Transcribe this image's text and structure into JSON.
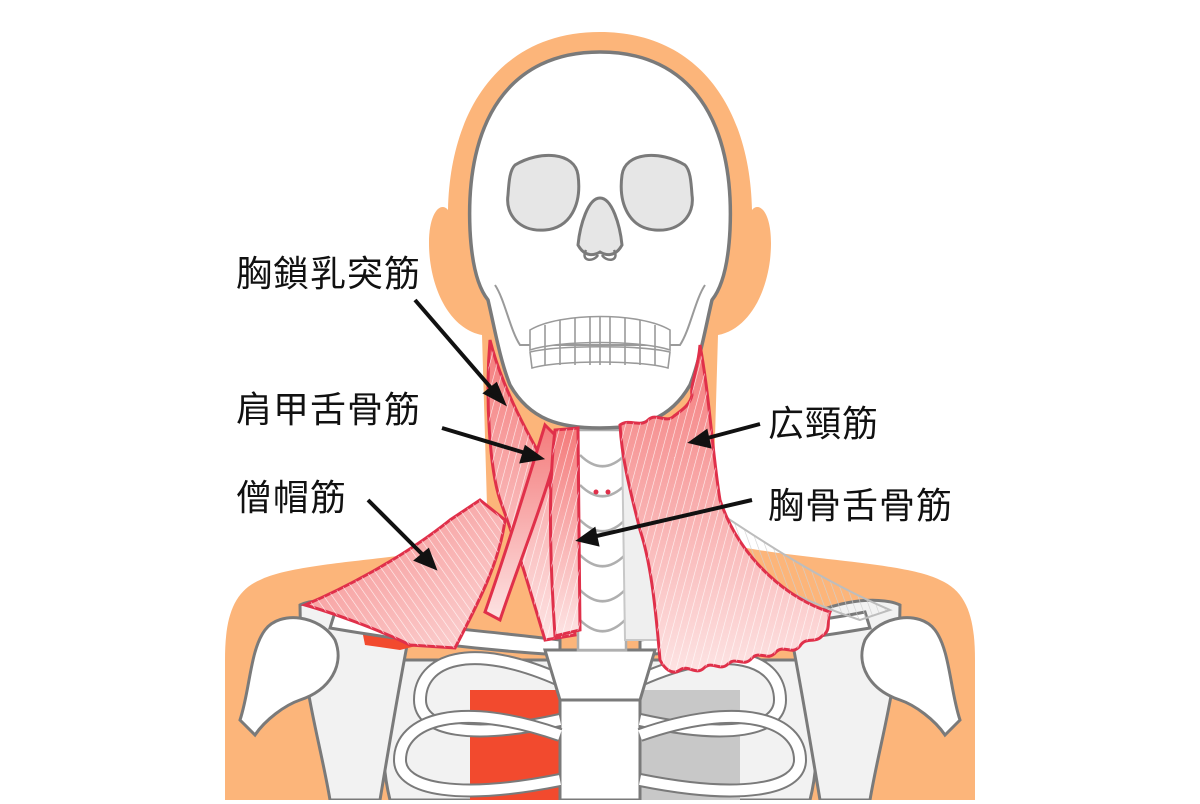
{
  "diagram": {
    "type": "anatomical-illustration",
    "subject": "neck muscles, anterior view",
    "colors": {
      "skin": "#FCB57A",
      "bone_fill": "#F2F2F2",
      "bone_light": "#FFFFFF",
      "bone_outline": "#7A7A7A",
      "orbit_fill": "#E6E6E6",
      "muscle_outline": "#E0304A",
      "muscle_fill": "#F7A3A3",
      "deep_muscle": "#F24A2E",
      "arrow": "#111111",
      "background": "#FFFFFF"
    },
    "labels": [
      {
        "id": "sternocleidomastoid",
        "text": "胸鎖乳突筋"
      },
      {
        "id": "omohyoid",
        "text": "肩甲舌骨筋"
      },
      {
        "id": "trapezius",
        "text": "僧帽筋"
      },
      {
        "id": "platysma",
        "text": "広頸筋"
      },
      {
        "id": "sternohyoid",
        "text": "胸骨舌骨筋"
      }
    ]
  }
}
